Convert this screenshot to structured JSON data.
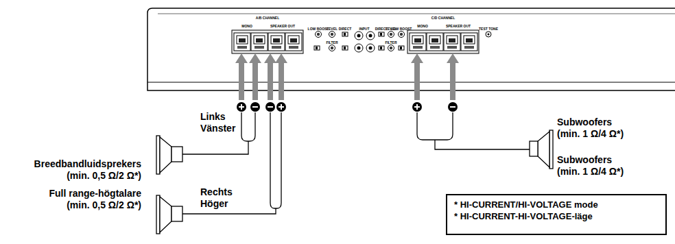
{
  "diagram": {
    "nodes": [
      {
        "text": [
          "* HI-CURRENT/HI-VOLTAGE mode",
          "* HI-CURRENT-HI-VOLTAGE-läge"
        ]
      }
    ],
    "labels": [
      "A/B CHANNEL",
      "MONO",
      "SPEAKER OUT",
      "LOW BOOST",
      "LEVEL",
      "DIRECT",
      "FILTER",
      "INPUT",
      "C/D CHANNEL",
      "DIRECT",
      "LEVEL",
      "LOW BOOST",
      "FILTER",
      "MONO",
      "SPEAKER OUT",
      "TEST TONE",
      "Links",
      "Vänster",
      "Breedbandluidsprekers",
      "(min. 0,5 Ω/2 Ω*)",
      "Full range-högtalare",
      "(min. 0,5 Ω/2 Ω*)",
      "Rechts",
      "Höger",
      "Subwoofers",
      "(min. 1 Ω/4 Ω*)",
      "Subwoofers",
      "(min. 1 Ω/4 Ω*)"
    ]
  }
}
